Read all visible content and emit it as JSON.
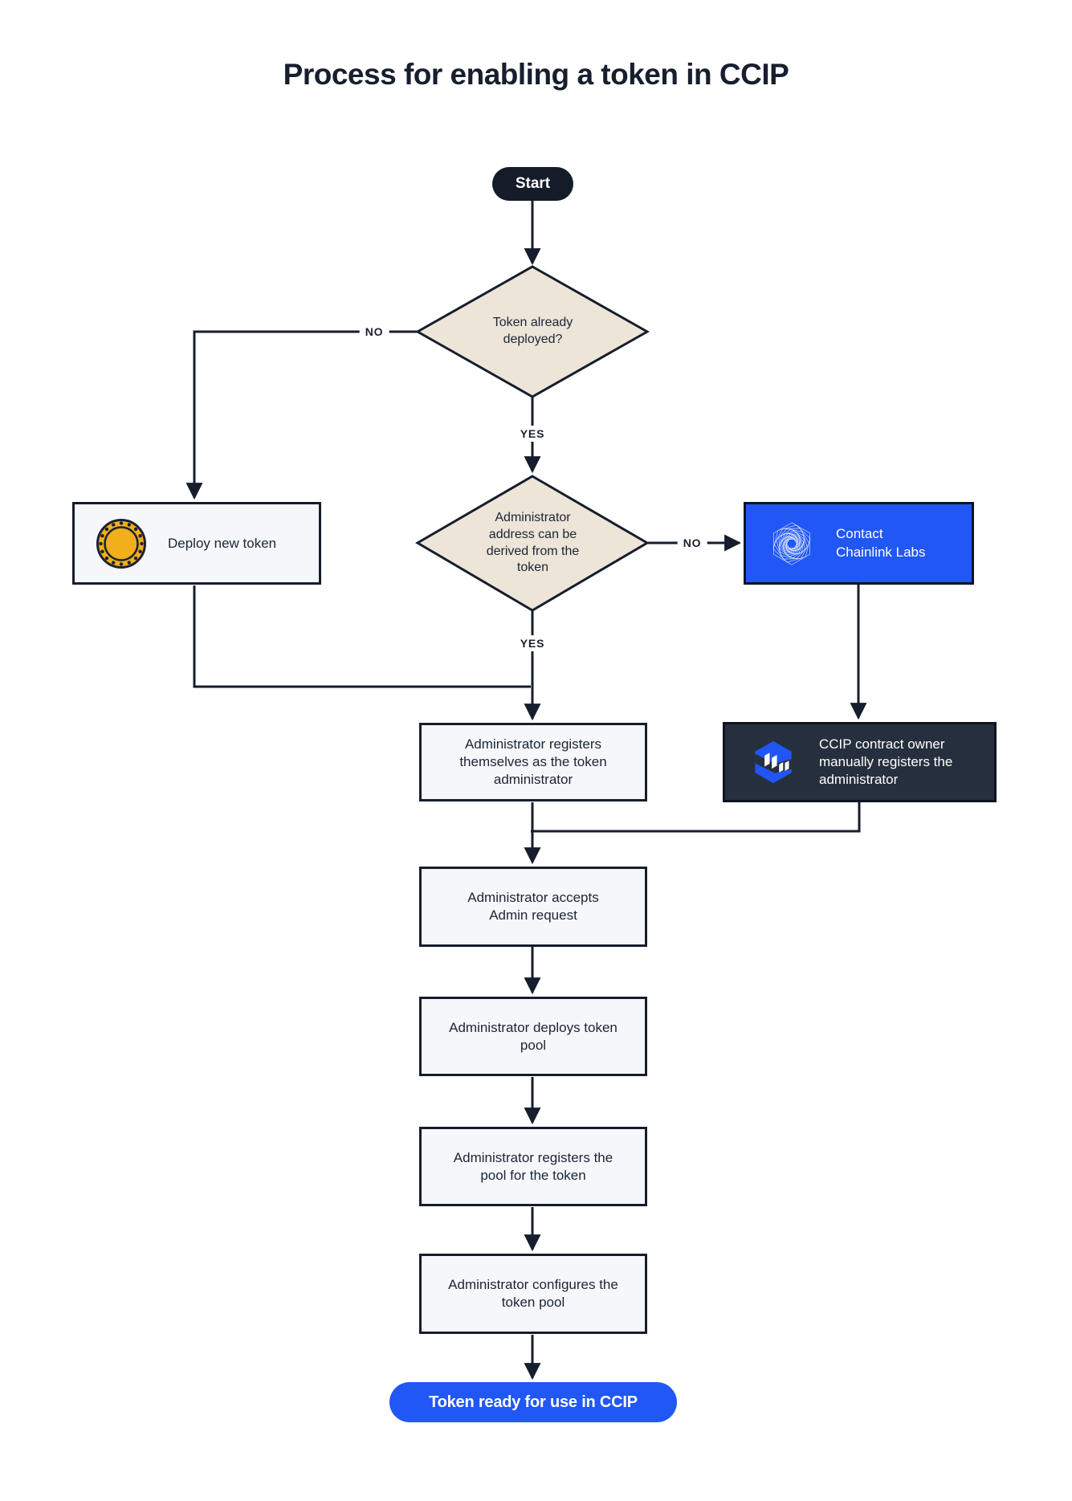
{
  "title": "Process for enabling a token in CCIP",
  "colors": {
    "accent_blue": "#2057F5",
    "line_dark": "#161D2C",
    "diamond_fill": "#ECE5D8",
    "box_fill": "#F5F7FB",
    "dark_box_fill": "#262F3D",
    "coin_gold": "#F2AE1B"
  },
  "flow": {
    "start": {
      "label": "Start"
    },
    "decision_token_deployed": {
      "label": "Token already deployed?",
      "yes": "YES",
      "no": "NO"
    },
    "deploy_new_token": {
      "label": "Deploy new token",
      "icon": "coin-icon"
    },
    "decision_admin_derivable": {
      "label": "Administrator address can be derived from the token",
      "yes": "YES",
      "no": "NO"
    },
    "contact_chainlink": {
      "label": "Contact Chainlink Labs",
      "icon": "chainlink-spiral-icon"
    },
    "register_self": {
      "label": "Administrator registers themselves as the token administrator"
    },
    "manual_register": {
      "label": "CCIP contract owner manually registers the administrator",
      "icon": "ccip-logo-icon"
    },
    "accept_request": {
      "label": "Administrator accepts Admin request"
    },
    "deploy_pool": {
      "label": "Administrator deploys token pool"
    },
    "register_pool": {
      "label": "Administrator registers the pool for the token"
    },
    "configure_pool": {
      "label": "Administrator configures the token pool"
    },
    "end": {
      "label": "Token ready for use in CCIP"
    }
  }
}
